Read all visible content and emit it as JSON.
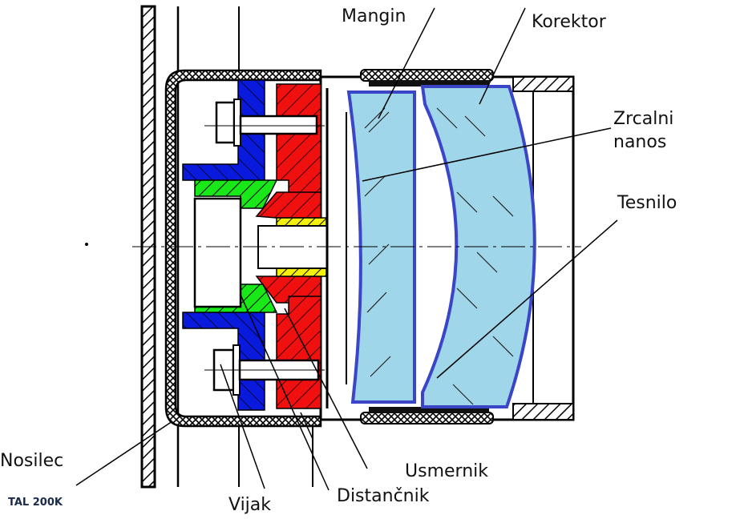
{
  "labels": {
    "mangin": "Mangin",
    "korektor": "Korektor",
    "zrcalni_line1": "Zrcalni",
    "zrcalni_line2": "nanos",
    "tesnilo": "Tesnilo",
    "nosilec": "Nosilec",
    "vijak": "Vijak",
    "distancnik": "Distančnik",
    "usmernik": "Usmernik"
  },
  "model": "TAL 200K",
  "colors": {
    "mount_blue": "#0a1adc",
    "spacer_red": "#f01010",
    "guide_green": "#18e818",
    "insert_yellow": "#f4f00c",
    "lens_fill": "#9fd6ea",
    "lens_outline": "#3b45c8"
  }
}
